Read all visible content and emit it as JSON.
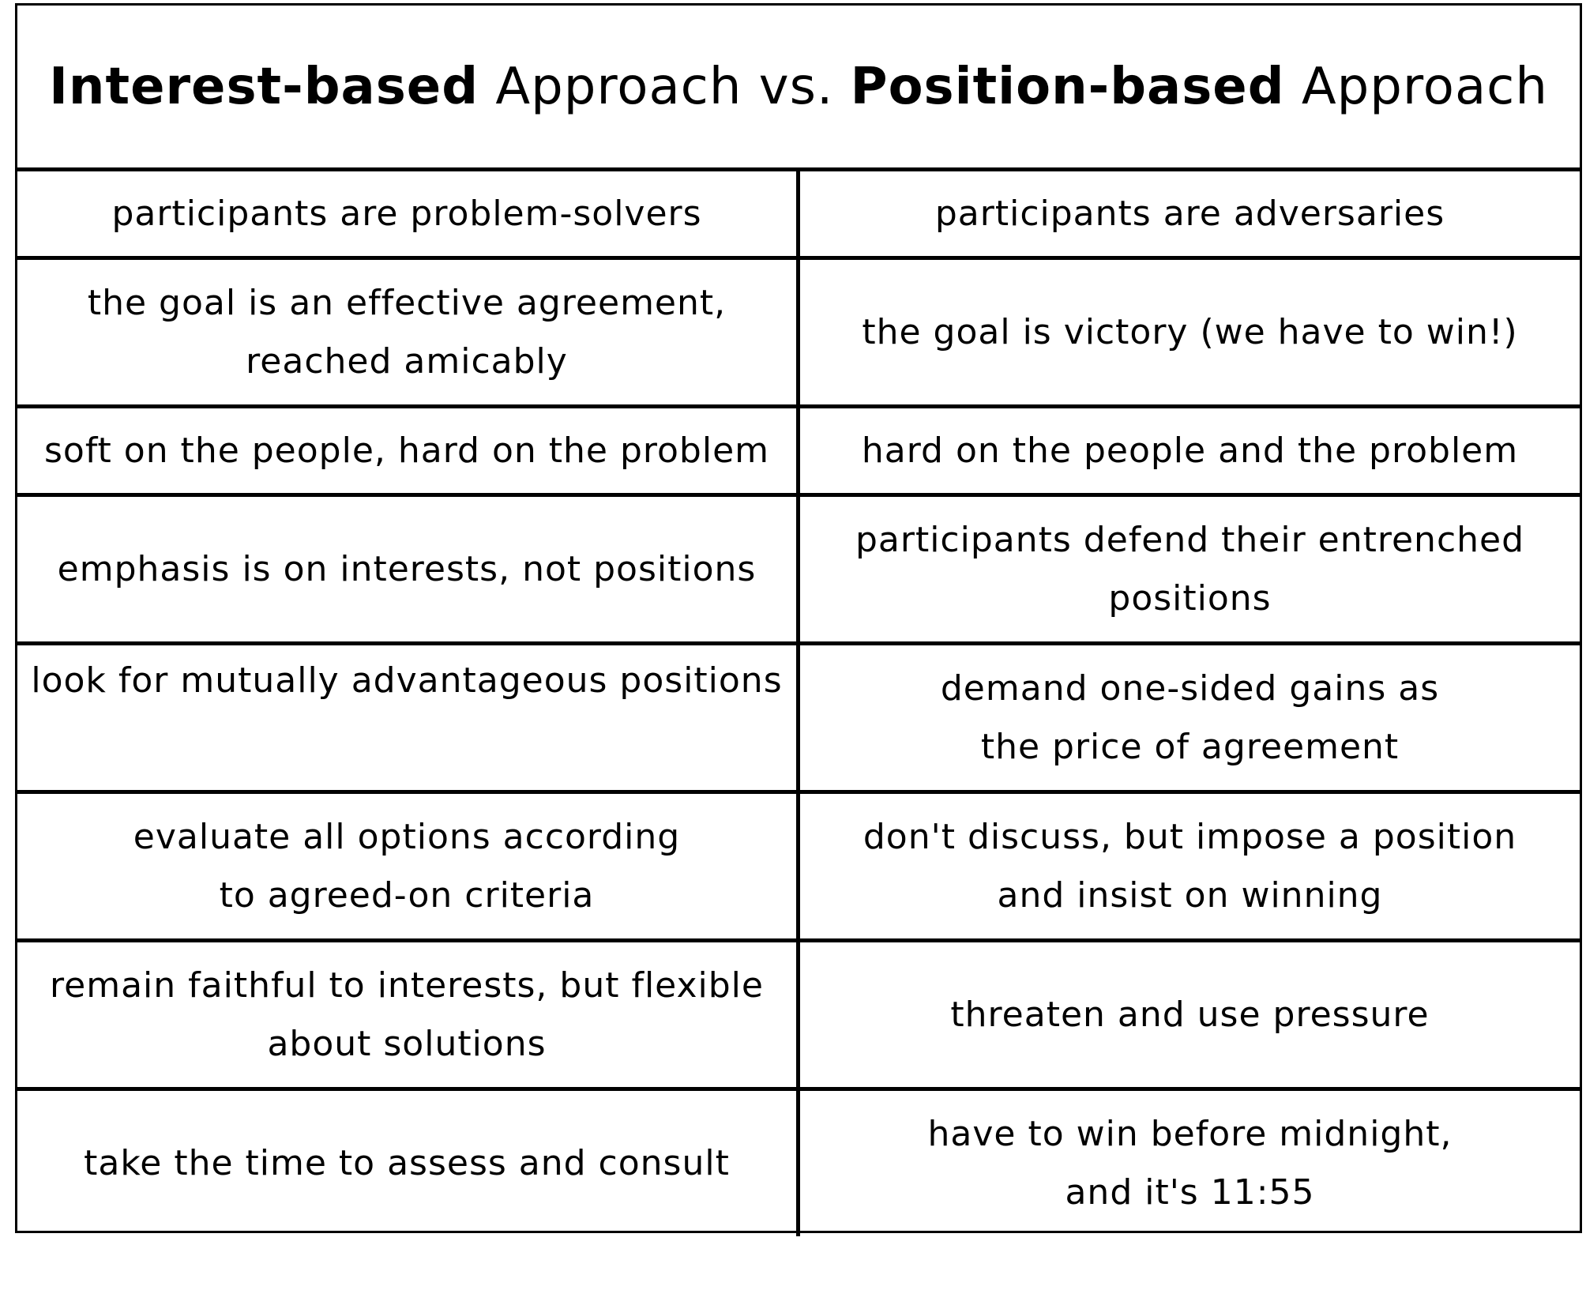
{
  "title": {
    "part1_bold": "Interest-based",
    "part2": " Approach vs. ",
    "part3_bold": "Position-based",
    "part4": " Approach"
  },
  "rows": [
    {
      "left": "participants are problem-solvers",
      "right": "participants are adversaries"
    },
    {
      "left": "the goal is an effective agreement,\nreached amicably",
      "right": "the goal is victory (we have to win!)"
    },
    {
      "left": "soft on the people, hard on the problem",
      "right": "hard on the people and the problem"
    },
    {
      "left": "emphasis is on interests, not positions",
      "right": "participants defend their entrenched\npositions"
    },
    {
      "left": "look for mutually advantageous positions",
      "right": "demand one-sided gains as\nthe price of agreement"
    },
    {
      "left": "evaluate all options according\nto agreed-on criteria",
      "right": "don't discuss, but impose a position\nand insist on winning"
    },
    {
      "left": "remain faithful to interests, but flexible\nabout solutions",
      "right": "threaten and use pressure"
    },
    {
      "left": "take the time to assess and consult",
      "right": "have to win before midnight,\nand it's 11:55"
    }
  ]
}
